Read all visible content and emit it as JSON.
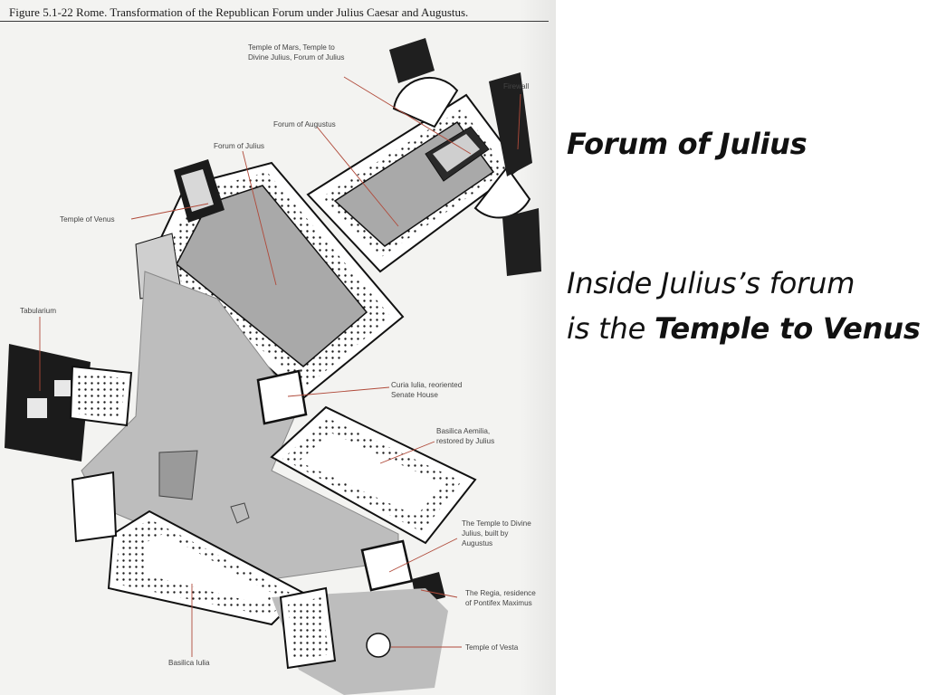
{
  "figure": {
    "caption": "Figure 5.1-22  Rome. Transformation of the Republican Forum under Julius Caesar and Augustus."
  },
  "plan_labels": {
    "temple_mars_1": "Temple of Mars, Temple to",
    "temple_mars_2": "Divine Julius, Forum of Julius",
    "firewall": "Firewall",
    "forum_augustus": "Forum of Augustus",
    "forum_julius": "Forum of Julius",
    "temple_venus": "Temple of Venus",
    "tabularium": "Tabularium",
    "curia_1": "Curia Iulia, reoriented",
    "curia_2": "Senate House",
    "basilica_aemilia_1": "Basilica Aemilia,",
    "basilica_aemilia_2": "restored by Julius",
    "temple_divine_julius_1": "The Temple to Divine",
    "temple_divine_julius_2": "Julius, built by",
    "temple_divine_julius_3": "Augustus",
    "regia_1": "The Regia, residence",
    "regia_2": "of Pontifex Maximus",
    "temple_vesta": "Temple of Vesta",
    "basilica_iulia": "Basilica Iulia"
  },
  "slide": {
    "heading": "Forum of Julius",
    "line1": "Inside Julius’s forum",
    "line2_prefix": "is the ",
    "line2_bold": "Temple to Venus"
  }
}
